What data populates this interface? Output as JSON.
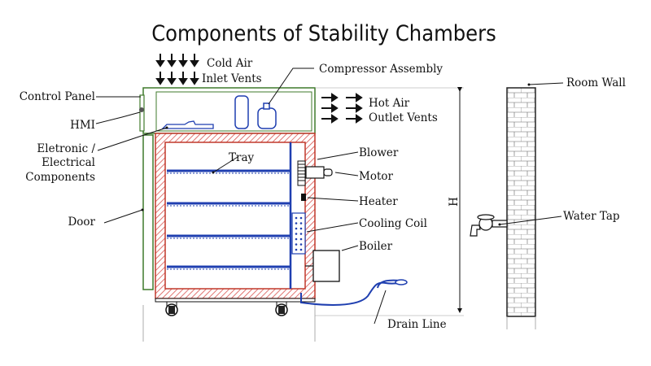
{
  "title": "Components of Stability Chambers",
  "labels": {
    "cold_air_line1": "Cold Air",
    "cold_air_line2": "Inlet Vents",
    "compressor": "Compressor Assembly",
    "control_panel": "Control Panel",
    "hmi": "HMI",
    "hot_air_line1": "Hot Air",
    "hot_air_line2": "Outlet Vents",
    "electronic_line1": "Eletronic /",
    "electronic_line2": "Electrical",
    "electronic_line3": "Components",
    "tray": "Tray",
    "blower": "Blower",
    "motor": "Motor",
    "heater": "Heater",
    "cooling_coil": "Cooling Coil",
    "boiler": "Boiler",
    "door": "Door",
    "drain_line": "Drain Line",
    "room_wall": "Room Wall",
    "water_tap": "Water Tap",
    "height": "H"
  },
  "colors": {
    "hatch": "#d9534f",
    "frame": "#c0392b",
    "panel_green": "#3f7a2b",
    "tray_blue": "#1f3fb0"
  }
}
